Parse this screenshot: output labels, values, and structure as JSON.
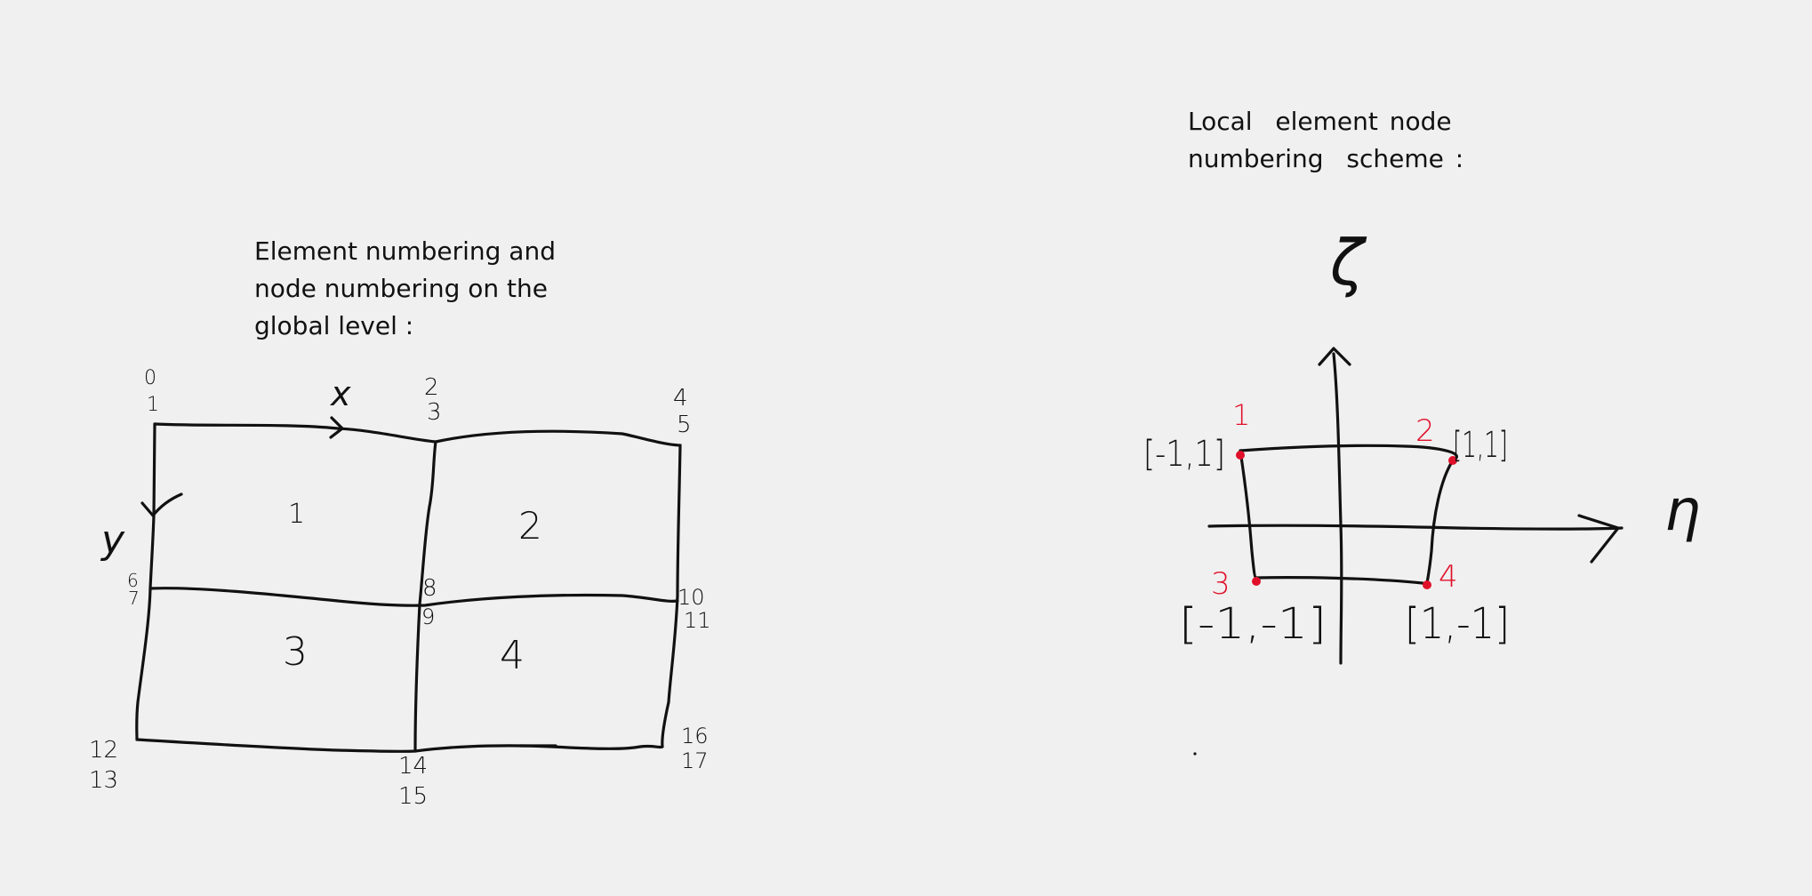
{
  "global_heading": {
    "line1": "Element numbering and",
    "line2": "node numbering on the",
    "line3": "global level :"
  },
  "local_heading": {
    "line1": "Local  element node",
    "line2": "numbering  scheme :"
  },
  "global_mesh": {
    "axes": {
      "x": "x",
      "y": "y"
    },
    "elements": [
      "1",
      "2",
      "3",
      "4"
    ],
    "node_labels": [
      [
        "0",
        "1"
      ],
      [
        "2",
        "3"
      ],
      [
        "4",
        "5"
      ],
      [
        "6",
        "7"
      ],
      [
        "8",
        "9"
      ],
      [
        "10",
        "11"
      ],
      [
        "12",
        "13"
      ],
      [
        "14",
        "15"
      ],
      [
        "16",
        "17"
      ]
    ]
  },
  "local_element": {
    "axes": {
      "vertical": "ζ",
      "horizontal": "η"
    },
    "nodes": [
      {
        "id": "1",
        "coord": "[-1,1]"
      },
      {
        "id": "2",
        "coord": "[1,1]"
      },
      {
        "id": "3",
        "coord": "[-1,-1]"
      },
      {
        "id": "4",
        "coord": "[1,-1]"
      }
    ],
    "colors": {
      "ink": "#111111",
      "node_marker": "#e0102a",
      "background": "#f0f0f0"
    }
  }
}
